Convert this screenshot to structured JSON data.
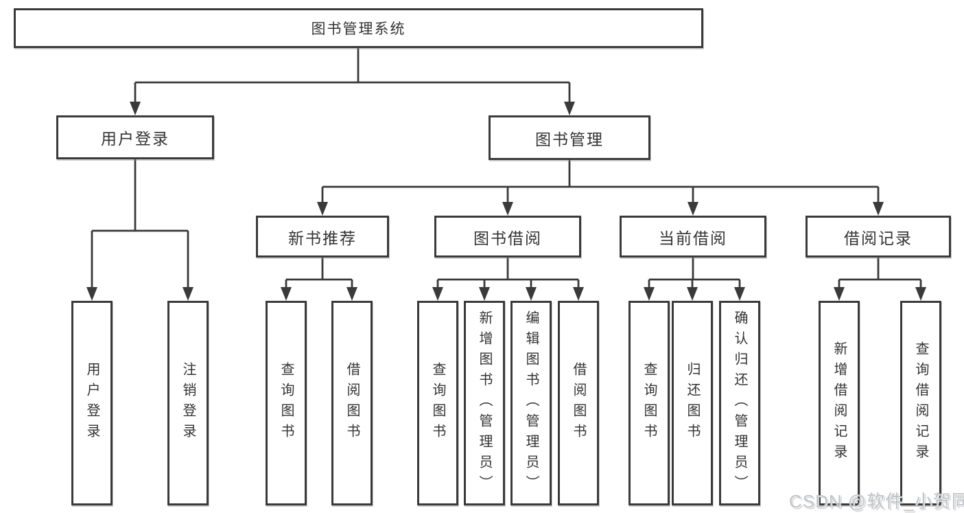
{
  "diagram": {
    "root": {
      "label": "图书管理系统"
    },
    "level2": {
      "user_login": {
        "label": "用户登录"
      },
      "book_mgmt": {
        "label": "图书管理"
      }
    },
    "level3": {
      "new_books": {
        "label": "新书推荐"
      },
      "book_borrow": {
        "label": "图书借阅"
      },
      "current_borrow": {
        "label": "当前借阅"
      },
      "borrow_records": {
        "label": "借阅记录"
      }
    },
    "leaves": {
      "user_login": [
        "用户登录",
        "注销登录"
      ],
      "new_books": [
        "查询图书",
        "借阅图书"
      ],
      "book_borrow": [
        "查询图书",
        "新增图书（管理员）",
        "编辑图书（管理员）",
        "借阅图书"
      ],
      "current_borrow": [
        "查询图书",
        "归还图书",
        "确认归还（管理员）"
      ],
      "borrow_records": [
        "新增借阅记录",
        "查询借阅记录"
      ]
    }
  },
  "watermark": {
    "text": "CSDN @软件_小贺同学"
  },
  "colors": {
    "line": "#3a3a3a",
    "box_border": "#3a3a3a",
    "text": "#333333",
    "background": "#ffffff",
    "watermark": "#c0c3c7"
  }
}
